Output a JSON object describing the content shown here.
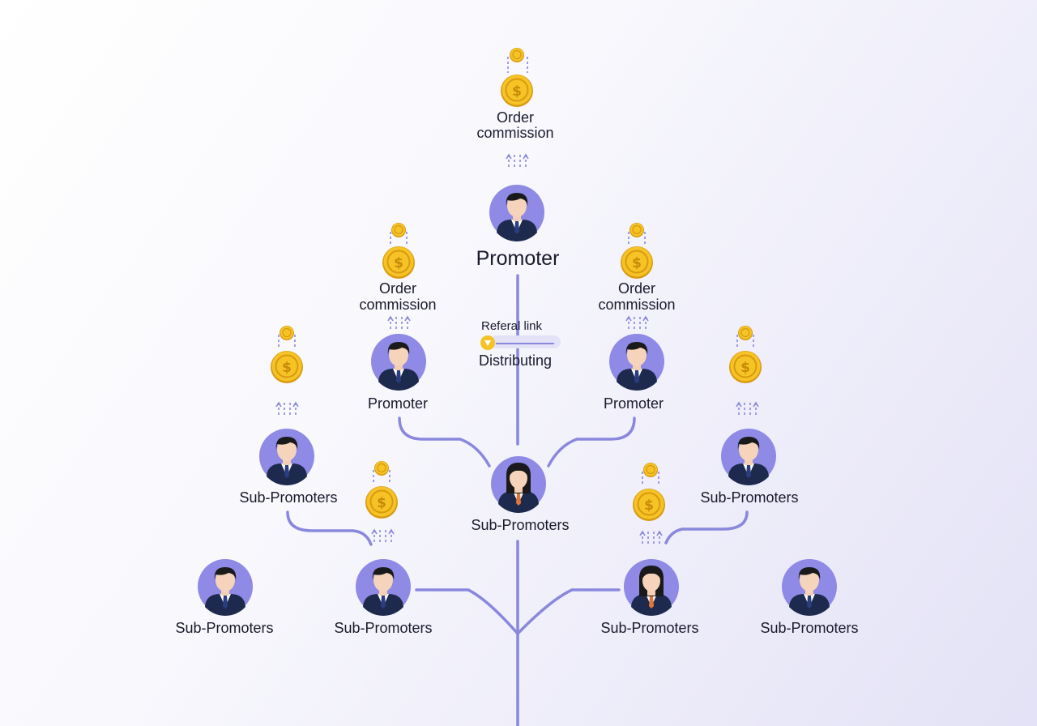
{
  "labels": {
    "top_order": "Order",
    "top_commission": "commission",
    "top_promoter": "Promoter",
    "left_order": "Order",
    "left_commission": "commission",
    "left_promoter": "Promoter",
    "right_order": "Order",
    "right_commission": "commission",
    "right_promoter": "Promoter",
    "referal_link": "Referal link",
    "distributing": "Distributing",
    "center_sub": "Sub-Promoters",
    "left_mid_sub": "Sub-Promoters",
    "right_mid_sub": "Sub-Promoters",
    "bottom_1_sub": "Sub-Promoters",
    "bottom_2_sub": "Sub-Promoters",
    "bottom_3_sub": "Sub-Promoters",
    "bottom_4_sub": "Sub-Promoters"
  },
  "colors": {
    "line": "#8a88dd",
    "avatar_bg": "#8e8ae6",
    "coin": "#f5c325",
    "coin_dark": "#d99a0f"
  }
}
